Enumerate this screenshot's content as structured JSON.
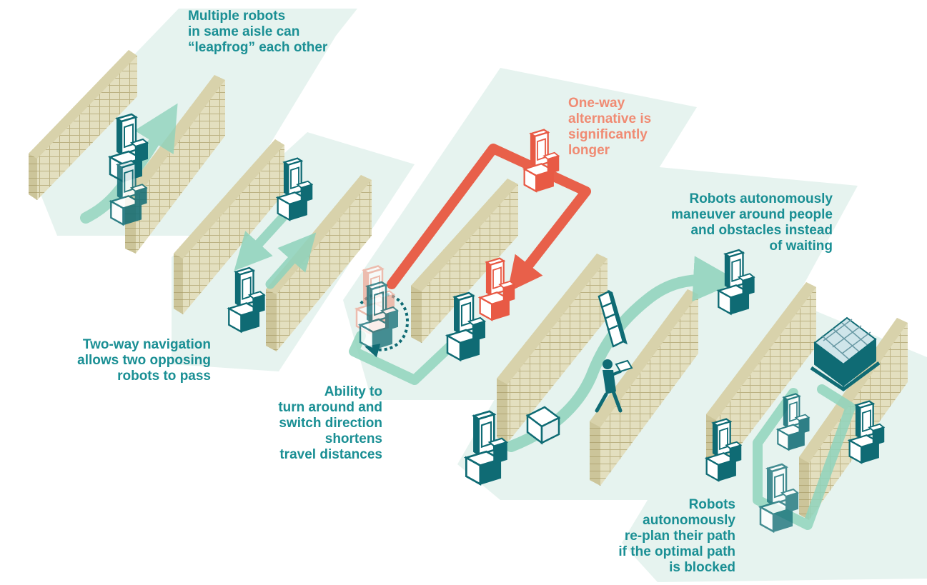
{
  "colors": {
    "teal_text": "#1a8f94",
    "salmon_text": "#f08b73",
    "shelf_face": "#e3dfbf",
    "shelf_side": "#ccc59a",
    "shelf_lines": "#bcb283",
    "floor": "#e6f3ef",
    "path_green": "#8fd3bc",
    "path_red": "#e8604a",
    "robot_dark": "#0f6b74",
    "robot_red": "#e85a45"
  },
  "icons": {
    "robot": "robot-icon",
    "person": "person-carrying-box-icon",
    "box": "box-icon",
    "ladder": "step-ladder-icon",
    "pallet": "pallet-icon",
    "u_turn": "u-turn-arrow-icon"
  },
  "annotations": {
    "leapfrog": "Multiple robots\nin same aisle can\n“leapfrog” each other",
    "two_way": "Two-way navigation\nallows two opposing\nrobots to pass",
    "turn_around": "Ability to\nturn around and\nswitch direction\nshortens\ntravel distances",
    "one_way": "One-way\nalternative is\nsignificantly\nlonger",
    "maneuver": "Robots autonomously\nmaneuver around people\nand obstacles instead\nof waiting",
    "replan": "Robots\nautonomously\nre-plan their path\nif the optimal path\nis blocked"
  }
}
